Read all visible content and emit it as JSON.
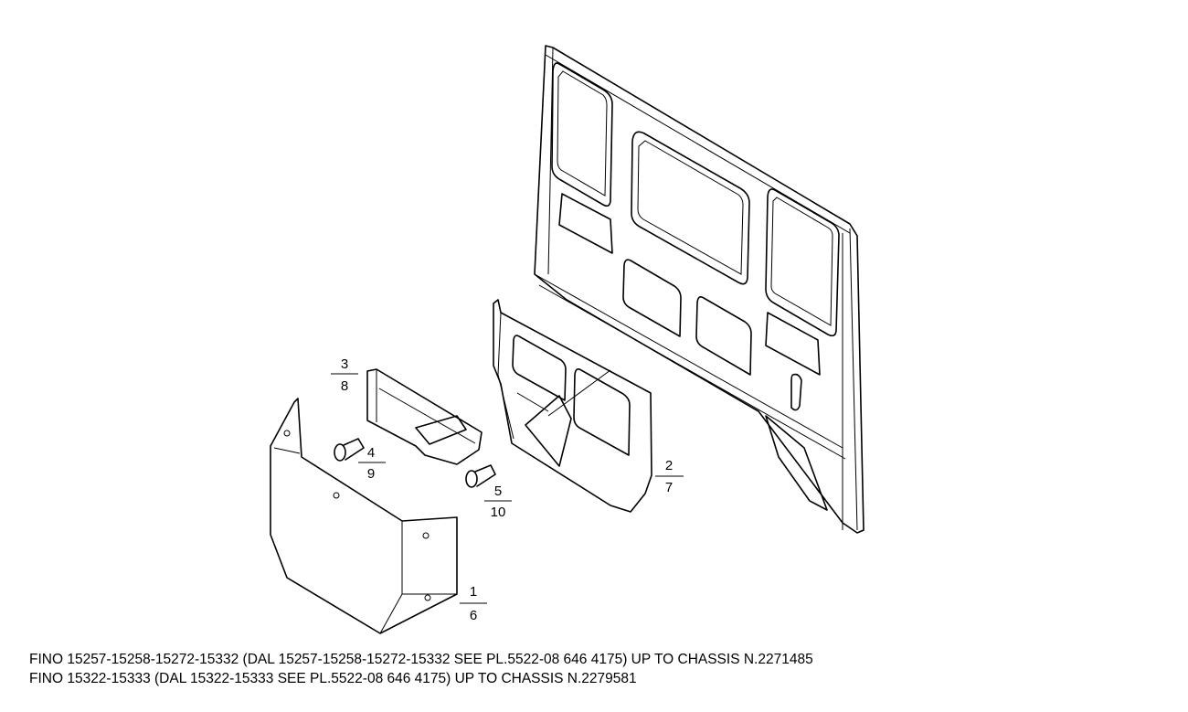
{
  "callouts": [
    {
      "id": "c1",
      "top": "1",
      "bottom": "6"
    },
    {
      "id": "c2",
      "top": "2",
      "bottom": "7"
    },
    {
      "id": "c3",
      "top": "3",
      "bottom": "8"
    },
    {
      "id": "c4",
      "top": "4",
      "bottom": "9"
    },
    {
      "id": "c5",
      "top": "5",
      "bottom": "10"
    }
  ],
  "notes": [
    "FINO 15257-15258-15272-15332 (DAL 15257-15258-15272-15332 SEE PL.5522-08 646 4175) UP TO CHASSIS N.2271485",
    "FINO 15322-15333 (DAL 15322-15333 SEE PL.5522-08 646 4175) UP TO CHASSIS N.2279581"
  ]
}
